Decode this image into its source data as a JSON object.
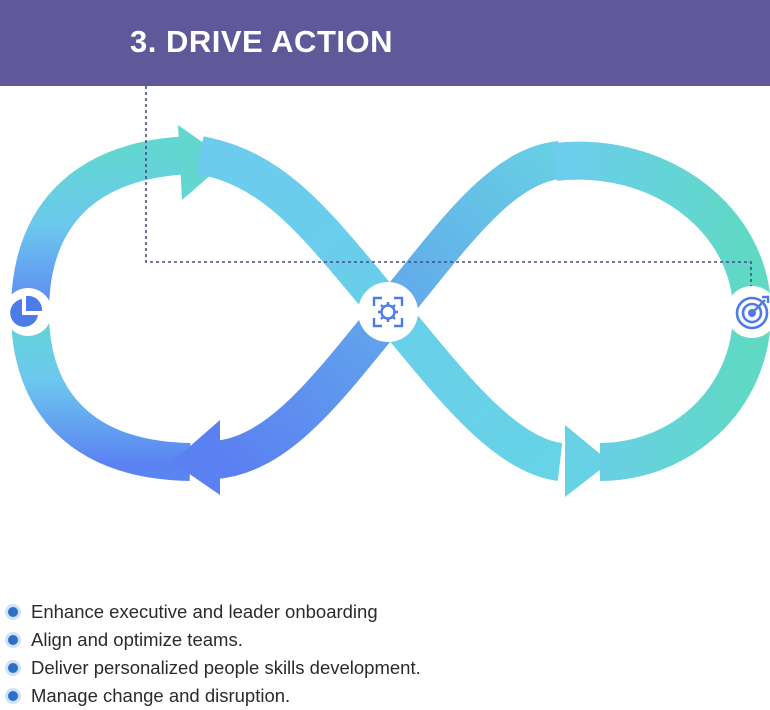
{
  "header": {
    "title": "3. DRIVE ACTION",
    "color": "#5f5899"
  },
  "diagram": {
    "shape": "infinity-loop",
    "nodes": [
      {
        "id": "left",
        "icon": "pie-chart-icon"
      },
      {
        "id": "center",
        "icon": "gear-focus-icon"
      },
      {
        "id": "right",
        "icon": "target-icon"
      }
    ],
    "colors": {
      "teal": "#5fd8c8",
      "sky": "#66ccee",
      "blue": "#5b86f2",
      "connector": "#4a4a8c",
      "icon": "#4d7be8"
    }
  },
  "bullets": [
    "Enhance executive and leader onboarding",
    "Align and optimize teams.",
    "Deliver personalized people skills development.",
    "Manage change and disruption."
  ]
}
